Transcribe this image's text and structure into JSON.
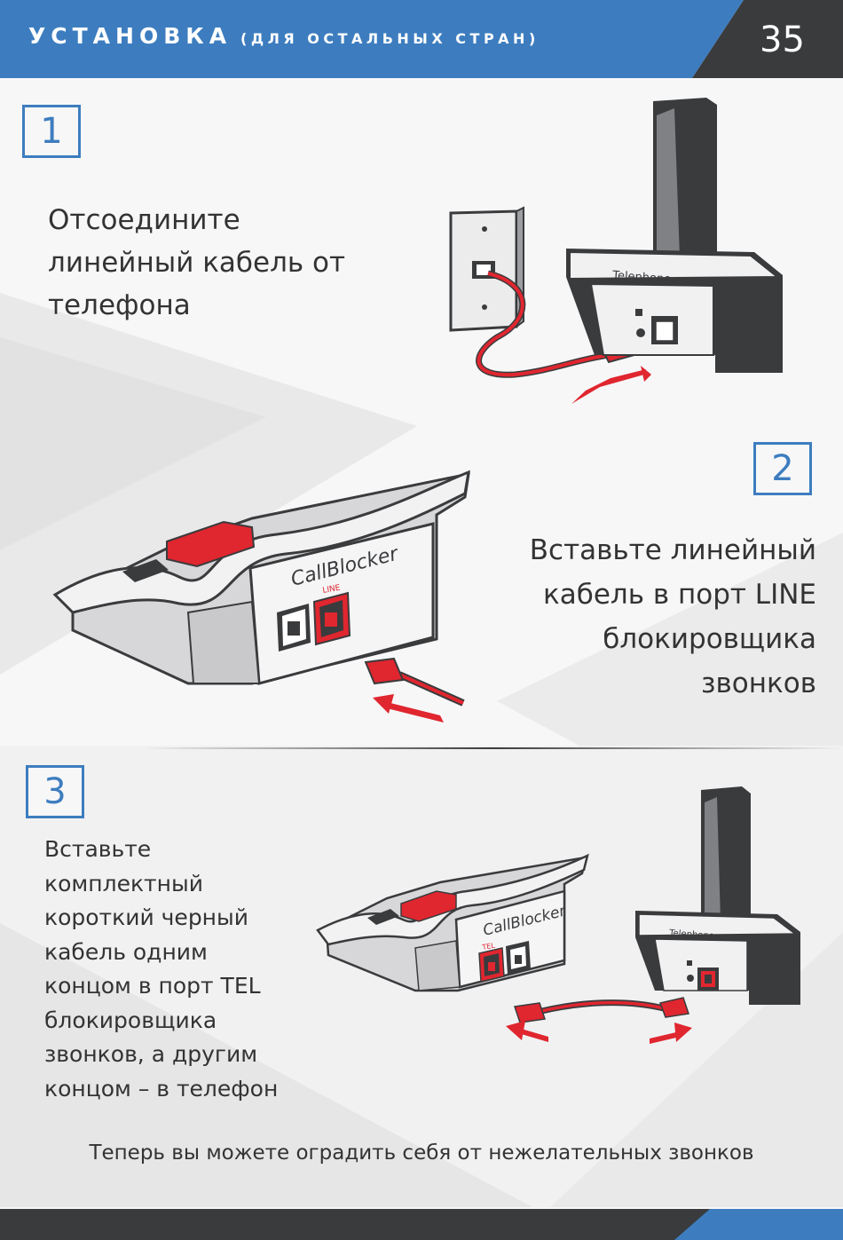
{
  "header": {
    "title": "УСТАНОВКА",
    "subtitle": "(ДЛЯ ОСТАЛЬНЫХ СТРАН)",
    "page_number": "35",
    "colors": {
      "blue": "#3d7dbf",
      "dark": "#3a3b3d"
    }
  },
  "steps": [
    {
      "number": "1",
      "text": "Отсоедините линейный кабель от телефона"
    },
    {
      "number": "2",
      "text": "Вставьте линейный кабель в порт LINE блокировщика звонков"
    },
    {
      "number": "3",
      "text": "Вставьте комплектный короткий черный кабель одним концом в порт TEL блокировщика звонков, а другим концом – в телефон"
    }
  ],
  "step1_lines": [
    "Отсоедините",
    "линейный кабель от",
    "телефона"
  ],
  "step2_lines": [
    "Вставьте линейный",
    "кабель в порт LINE",
    "блокировщика",
    "звонков"
  ],
  "step3_lines": [
    "Вставьте",
    "комплектный",
    "короткий черный",
    "кабель одним",
    "концом в порт TEL",
    "блокировщика",
    "звонков, а другим",
    "концом – в телефон"
  ],
  "illustration_labels": {
    "telephone": "Telephone",
    "callblocker": "CallBlocker",
    "line_port": "LINE",
    "tel_port": "TEL"
  },
  "footer_text": "Теперь вы можете оградить себя от нежелательных звонков",
  "accent_colors": {
    "red": "#e0262f",
    "gray_device": "#d7d7d9",
    "outline": "#3a3b3d"
  }
}
